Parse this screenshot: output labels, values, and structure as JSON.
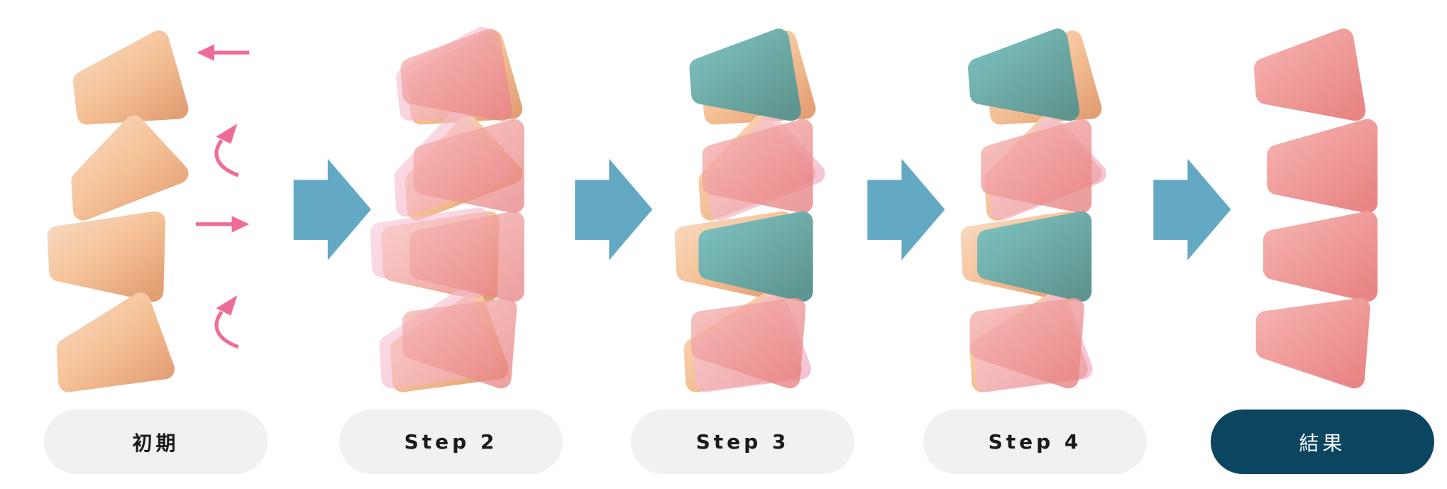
{
  "stages": [
    {
      "label": "初期"
    },
    {
      "label": "Step 2"
    },
    {
      "label": "Step 3"
    },
    {
      "label": "Step 4"
    },
    {
      "label": "結果"
    }
  ],
  "colors": {
    "peach": "#f3b98c",
    "pink": "#ef9a9c",
    "light_pink": "#f6b7cb",
    "teal": "#6aa9a6",
    "arrow_blue": "#64a9c3",
    "motion_arrow": "#ee6b9a",
    "pill_bg": "#f1f1f1",
    "result_pill_bg": "#0b4560"
  },
  "icons": {
    "step_arrow": "right-arrow-icon",
    "motion": [
      "left-arrow-icon",
      "curved-arrow-icon",
      "right-arrow-icon",
      "curved-arrow-icon"
    ]
  }
}
